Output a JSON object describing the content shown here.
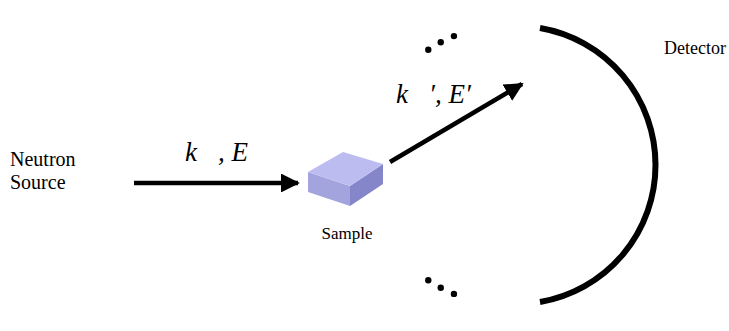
{
  "diagram": {
    "nodes": [
      {
        "text": [
          "Neutron Source"
        ]
      },
      {
        "text": [
          "Sample"
        ]
      },
      {
        "text": [
          "Detector"
        ]
      }
    ],
    "edges": [
      {
        "from": 0,
        "to": 1,
        "label": "k⃗, E",
        "arrow": "to"
      },
      {
        "from": 1,
        "to": 2,
        "label": "k⃗′, E′",
        "arrow": "to"
      }
    ]
  }
}
